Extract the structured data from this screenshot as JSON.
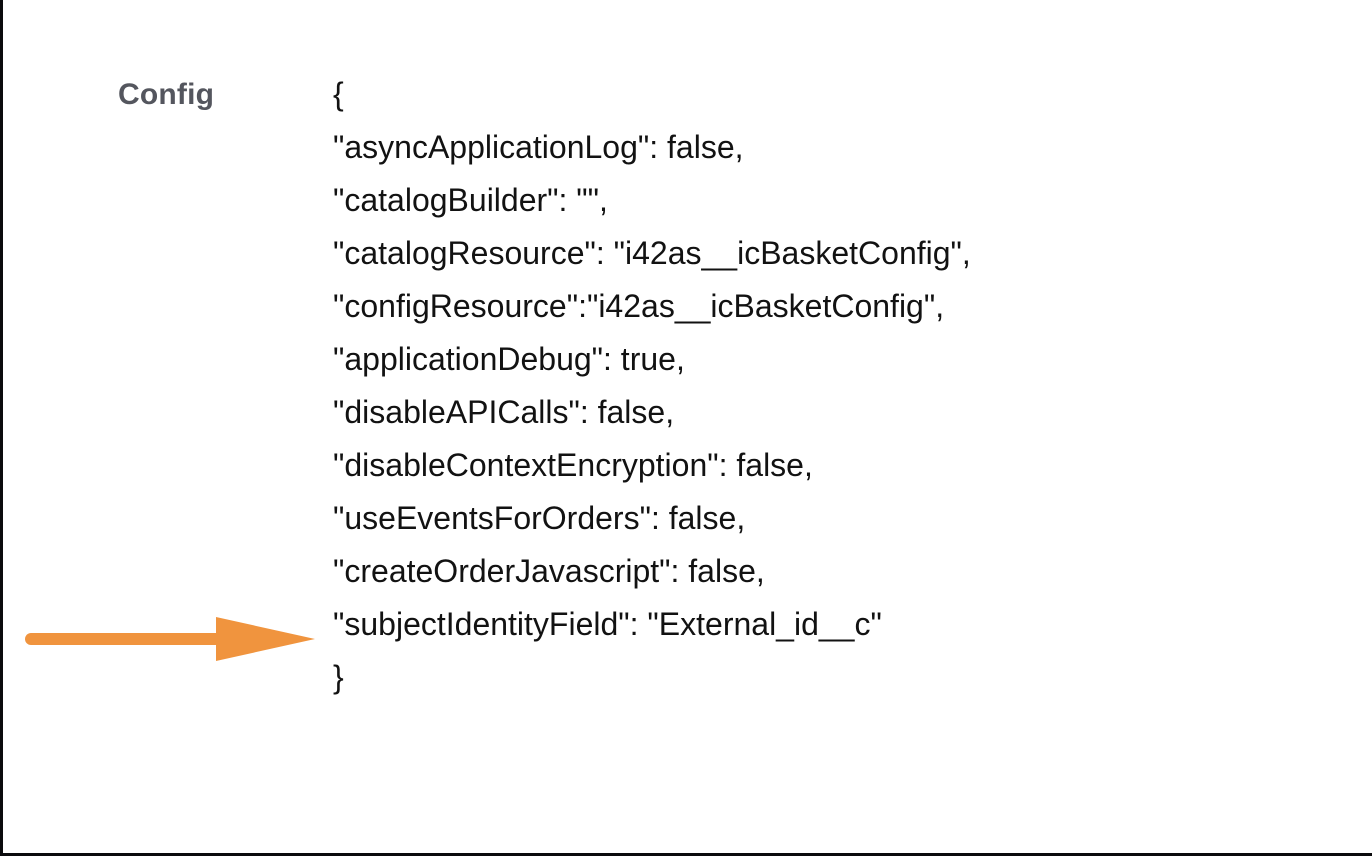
{
  "panel": {
    "label": "Config"
  },
  "config_json": {
    "lines": [
      "{",
      "\"asyncApplicationLog\": false,",
      "\"catalogBuilder\": \"\",",
      "\"catalogResource\": \"i42as__icBasketConfig\",",
      "\"configResource\":\"i42as__icBasketConfig\",",
      "\"applicationDebug\": true,",
      "\"disableAPICalls\": false,",
      "\"disableContextEncryption\": false,",
      "\"useEventsForOrders\": false,",
      "\"createOrderJavascript\": false,",
      "\"subjectIdentityField\": \"External_id__c\"",
      "}"
    ]
  },
  "annotation": {
    "arrow_points_to_line": "\"subjectIdentityField\": \"External_id__c\"",
    "arrow_color": "#f0943e"
  },
  "colors": {
    "label_text": "#54565e",
    "body_text": "#121212",
    "border": "#0b0b0d",
    "background": "#ffffff"
  }
}
